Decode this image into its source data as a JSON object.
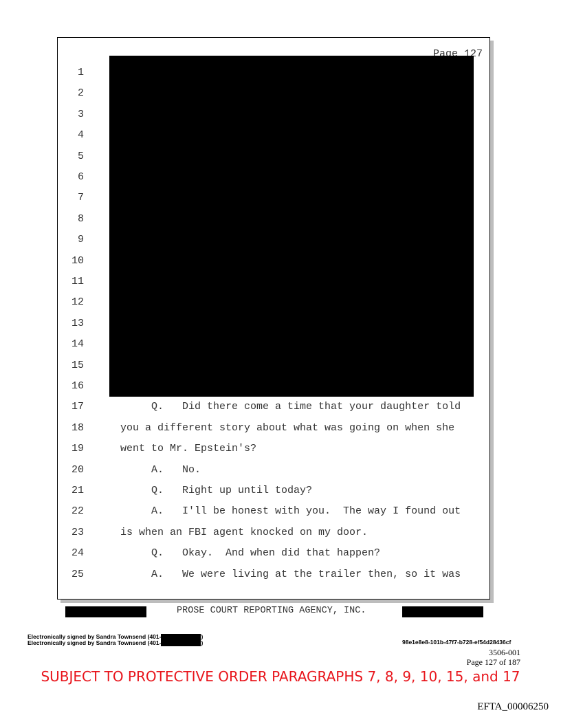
{
  "header": {
    "page_label": "Page 127"
  },
  "line_numbers": [
    "1",
    "2",
    "3",
    "4",
    "5",
    "6",
    "7",
    "8",
    "9",
    "10",
    "11",
    "12",
    "13",
    "14",
    "15",
    "16",
    "17",
    "18",
    "19",
    "20",
    "21",
    "22",
    "23",
    "24",
    "25"
  ],
  "lines": [
    {
      "n": 17,
      "text": "     Q.   Did there come a time that your daughter told"
    },
    {
      "n": 18,
      "text": "you a different story about what was going on when she"
    },
    {
      "n": 19,
      "text": "went to Mr. Epstein's?"
    },
    {
      "n": 20,
      "text": "     A.   No."
    },
    {
      "n": 21,
      "text": "     Q.   Right up until today?"
    },
    {
      "n": 22,
      "text": "     A.   I'll be honest with you.  The way I found out"
    },
    {
      "n": 23,
      "text": "is when an FBI agent knocked on my door."
    },
    {
      "n": 24,
      "text": "     Q.   Okay.  And when did that happen?"
    },
    {
      "n": 25,
      "text": "     A.   We were living at the trailer then, so it was"
    }
  ],
  "footer": {
    "agency": "PROSE COURT REPORTING AGENCY, INC."
  },
  "signatures": [
    "Electronically signed by Sandra Townsend (401-",
    "Electronically signed by Sandra Townsend (401-"
  ],
  "hash": "98e1e8e8-101b-47f7-b728-ef54d28436cf",
  "doc_number": "3506-001",
  "page_of": "Page 127 of 187",
  "protective_notice": "SUBJECT TO PROTECTIVE ORDER PARAGRAPHS 7, 8, 9, 10, 15, and 17",
  "bates": "EFTA_00006250"
}
